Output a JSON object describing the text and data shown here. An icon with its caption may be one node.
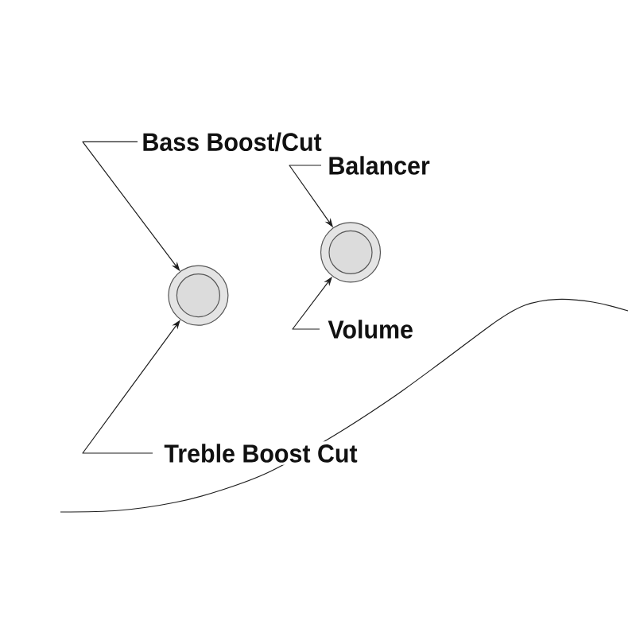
{
  "diagram": {
    "nodes": [
      {
        "text": [
          "Bass Boost/Cut"
        ]
      },
      {
        "text": [
          "Balancer"
        ]
      },
      {
        "text": [],
        "shape": "circle"
      },
      {
        "text": [],
        "shape": "circle"
      },
      {
        "text": [
          "Volume"
        ]
      },
      {
        "text": [
          "Treble Boost Cut"
        ]
      }
    ],
    "edges": [
      {
        "from": 0,
        "to": 2,
        "arrow": "to"
      },
      {
        "from": 1,
        "to": 3,
        "arrow": "to"
      },
      {
        "from": 4,
        "to": 3,
        "arrow": "to"
      },
      {
        "from": 5,
        "to": 2,
        "arrow": "to"
      }
    ]
  }
}
